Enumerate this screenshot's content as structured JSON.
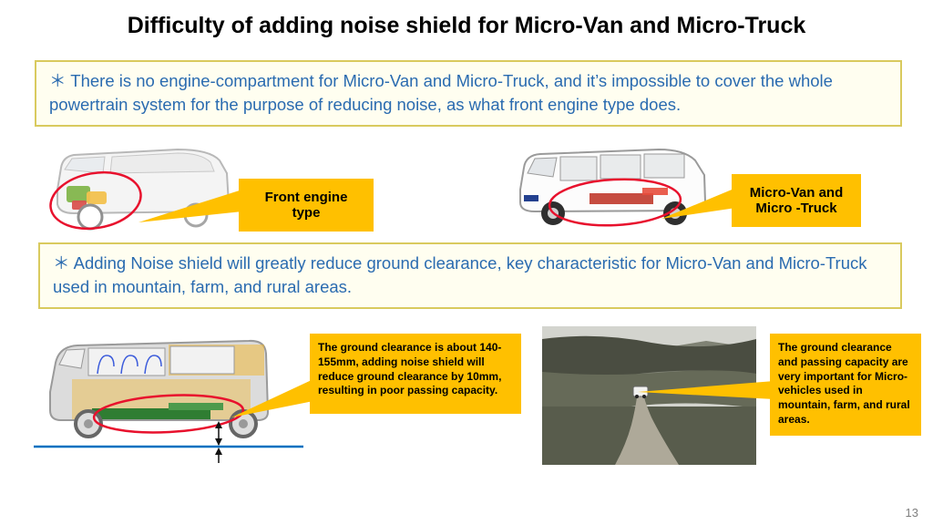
{
  "slide": {
    "title": "Difficulty of adding noise shield for Micro-Van and Micro-Truck",
    "page_number": "13"
  },
  "notes": {
    "note1": "＊ There is no engine-compartment for Micro-Van and Micro-Truck, and it’s impossible to cover the whole powertrain system for the purpose of reducing noise, as what front engine type does.",
    "note2": "＊ Adding Noise shield will greatly reduce ground clearance, key characteristic for Micro-Van and Micro-Truck used in mountain, farm, and rural areas."
  },
  "callouts": {
    "front_engine": "Front engine type",
    "micro_van": "Micro-Van and Micro -Truck",
    "ground_clearance": "The ground clearance is about 140-155mm, adding noise shield will reduce ground clearance by 10mm, resulting in poor passing  capacity.",
    "passing_capacity": "The ground clearance and  passing  capacity are very important for Micro-vehicles used in mountain, farm, and rural areas."
  },
  "colors": {
    "callout_bg": "#FFC000",
    "note_bg": "#FFFEF0",
    "note_border": "#D9CA5E",
    "note_text": "#2A6BB0",
    "highlight_ellipse": "#E8112D",
    "ground_line": "#0070C0"
  }
}
